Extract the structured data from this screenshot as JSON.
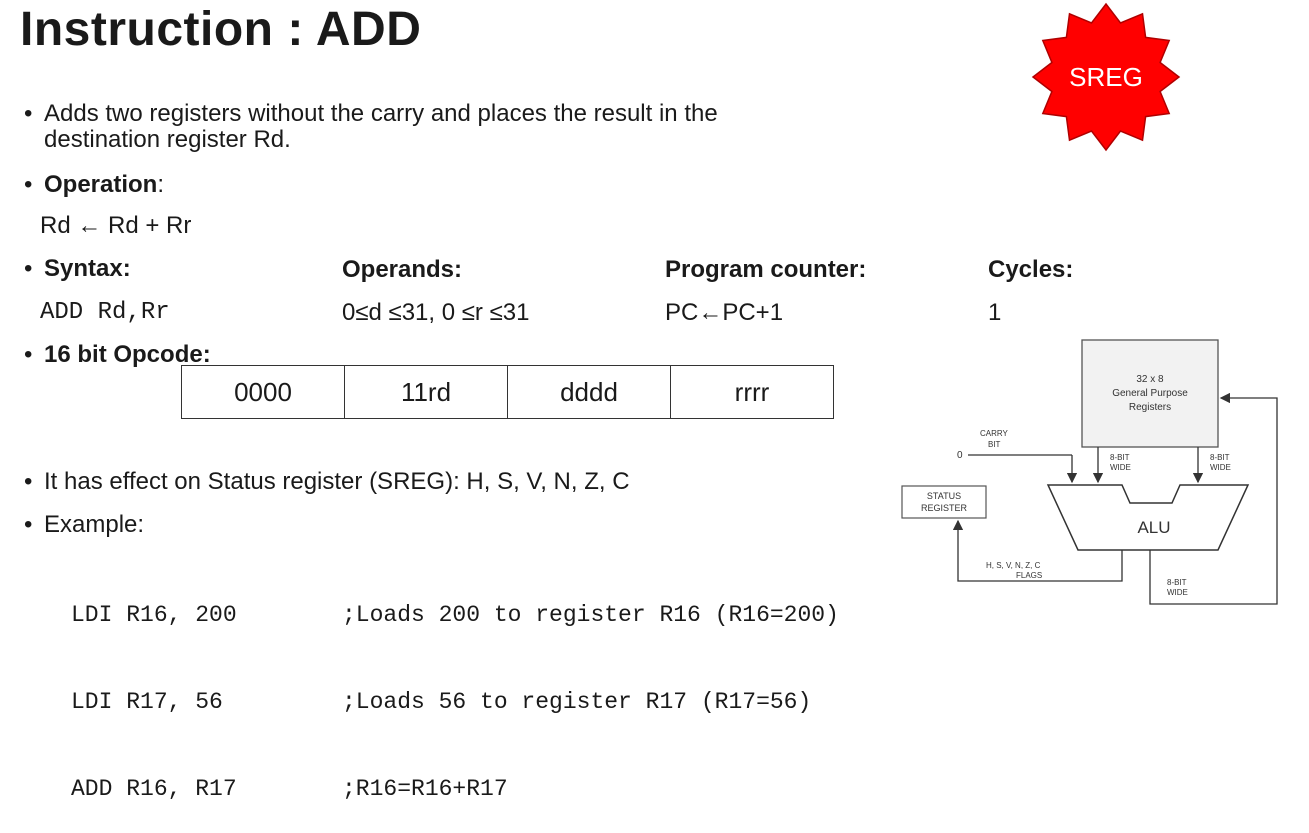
{
  "title": "Instruction : ADD",
  "bullets": {
    "description_line1": "Adds two registers without the carry and places the result in the",
    "description_line2": "destination register Rd.",
    "operation_label": "Operation",
    "operation_colon": ":",
    "operation_expr": "Rd ← Rd + Rr",
    "syntax_label": "Syntax:",
    "operands_label": "Operands:",
    "pc_label": "Program counter:",
    "cycles_label": "Cycles:",
    "syntax_value": "ADD Rd,Rr",
    "operands_value": "0≤d ≤31, 0 ≤r ≤31",
    "pc_value": "PC←PC+1",
    "cycles_value": "1",
    "opcode_label": "16 bit Opcode:",
    "sreg_effect": "It has effect on Status register (SREG): H, S, V, N, Z, C",
    "example_label": "Example:"
  },
  "opcode_cells": [
    "0000",
    "11rd",
    "dddd",
    "rrrr"
  ],
  "example_code": [
    {
      "instr": "LDI R16, 200",
      "comment": ";Loads 200 to register R16 (R16=200)"
    },
    {
      "instr": "LDI R17, 56",
      "comment": ";Loads 56 to register R17 (R17=56)"
    },
    {
      "instr": "ADD R16, R17",
      "comment": ";R16=R16+R17"
    }
  ],
  "badge": {
    "label": "SREG",
    "color": "#ff0000"
  },
  "diagram": {
    "registers_line1": "32 x 8",
    "registers_line2": "General Purpose",
    "registers_line3": "Registers",
    "carry_line1": "CARRY",
    "carry_line2": "BIT",
    "zero_input": "0",
    "width_a_line1": "8-BIT",
    "width_a_line2": "WIDE",
    "width_b_line1": "8-BIT",
    "width_b_line2": "WIDE",
    "status_line1": "STATUS",
    "status_line2": "REGISTER",
    "alu_label": "ALU",
    "flags_line1": "H, S, V, N, Z, C",
    "flags_line2": "FLAGS",
    "width_out_line1": "8-BIT",
    "width_out_line2": "WIDE"
  }
}
